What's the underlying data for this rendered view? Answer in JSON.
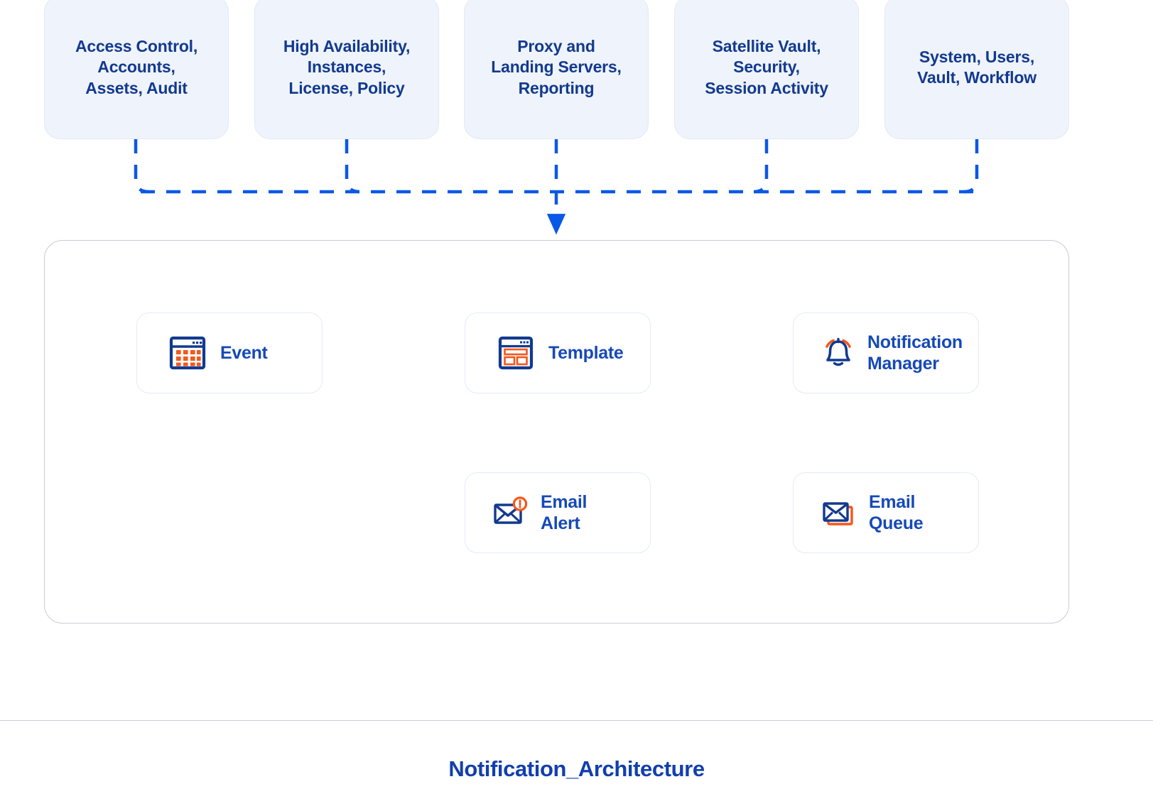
{
  "diagram": {
    "title": "Notification_Architecture",
    "colors": {
      "brand_blue": "#1649b8",
      "deep_navy": "#123a8f",
      "accent_orange": "#f4571c",
      "connector_blue": "#0a58e8",
      "source_box_fill": "#eff3fb",
      "container_border": "#c8ccd2",
      "node_border": "#e4ebf7"
    },
    "sources": [
      {
        "id": "access-control",
        "label": "Access Control,\nAccounts,\nAssets, Audit"
      },
      {
        "id": "high-availability",
        "label": "High Availability,\nInstances,\nLicense, Policy"
      },
      {
        "id": "proxy-landing",
        "label": "Proxy and\nLanding Servers,\nReporting"
      },
      {
        "id": "satellite-vault",
        "label": "Satellite Vault,\nSecurity,\nSession Activity"
      },
      {
        "id": "system-users",
        "label": "System, Users,\nVault, Workflow"
      }
    ],
    "nodes": [
      {
        "id": "event",
        "label": "Event",
        "icon": "calendar-grid-icon"
      },
      {
        "id": "template",
        "label": "Template",
        "icon": "template-window-icon"
      },
      {
        "id": "notification-manager",
        "label": "Notification\nManager",
        "icon": "bell-ringing-icon"
      },
      {
        "id": "email-alert",
        "label": "Email\nAlert",
        "icon": "envelope-alert-icon"
      },
      {
        "id": "email-queue",
        "label": "Email\nQueue",
        "icon": "envelope-stack-icon"
      }
    ],
    "flows": [
      {
        "from": "event",
        "to": "template",
        "style": "dashed-arrow-right"
      },
      {
        "from": "template",
        "to": "notification-manager",
        "style": "dashed-arrow-right"
      },
      {
        "from": "email-queue",
        "to": "email-alert",
        "style": "dashed-arrow-left"
      },
      {
        "from": "sources-bus",
        "to": "notification-container",
        "style": "dashed-arrow-down"
      }
    ]
  }
}
